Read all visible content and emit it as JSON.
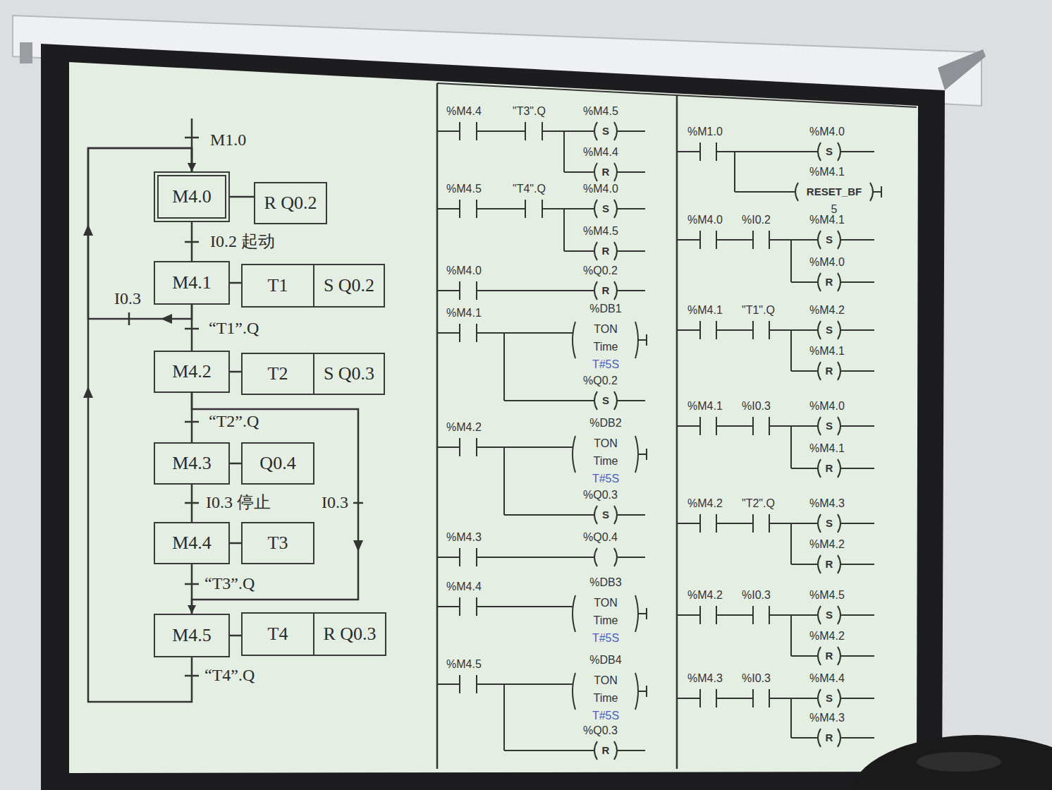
{
  "diagram": {
    "nodes": [
      {
        "text": [
          "M4.0"
        ]
      },
      {
        "text": [
          "R Q0.2"
        ]
      },
      {
        "text": [
          "M4.1"
        ]
      },
      {
        "text": [
          "T1"
        ]
      },
      {
        "text": [
          "S Q0.2"
        ]
      },
      {
        "text": [
          "M4.2"
        ]
      },
      {
        "text": [
          "T2"
        ]
      },
      {
        "text": [
          "S Q0.3"
        ]
      },
      {
        "text": [
          "M4.3"
        ]
      },
      {
        "text": [
          "Q0.4"
        ]
      },
      {
        "text": [
          "M4.4"
        ]
      },
      {
        "text": [
          "T3"
        ]
      },
      {
        "text": [
          "M4.5"
        ]
      },
      {
        "text": [
          "T4"
        ]
      },
      {
        "text": [
          "R Q0.3"
        ]
      }
    ],
    "edges": [
      {
        "from": 0,
        "to": 1,
        "arrow": "none"
      },
      {
        "from": 0,
        "to": 2,
        "arrow": "none",
        "label": "I0.2 起动"
      },
      {
        "from": 2,
        "to": 3,
        "arrow": "none"
      },
      {
        "from": 2,
        "to": 5,
        "arrow": "none",
        "label": "“T1”.Q"
      },
      {
        "from": 2,
        "to": 0,
        "arrow": "to",
        "label": "I0.3"
      },
      {
        "from": 5,
        "to": 6,
        "arrow": "none"
      },
      {
        "from": 5,
        "to": 8,
        "arrow": "none",
        "label": "“T2”.Q"
      },
      {
        "from": 5,
        "to": 12,
        "arrow": "to",
        "label": "I0.3"
      },
      {
        "from": 8,
        "to": 9,
        "arrow": "none"
      },
      {
        "from": 8,
        "to": 10,
        "arrow": "none",
        "label": "I0.3 停止"
      },
      {
        "from": 10,
        "to": 11,
        "arrow": "none"
      },
      {
        "from": 10,
        "to": 12,
        "arrow": "none",
        "label": "“T3”.Q"
      },
      {
        "from": 12,
        "to": 13,
        "arrow": "none"
      },
      {
        "from": 12,
        "to": 0,
        "arrow": "to",
        "label": "“T4”.Q"
      }
    ],
    "labels": [
      "M1.0",
      "%M4.4",
      "\"T3\".Q",
      "%M4.5",
      "S",
      "%M4.4",
      "R",
      "%M4.5",
      "\"T4\".Q",
      "%M4.0",
      "S",
      "%M4.5",
      "R",
      "%M4.0",
      "%Q0.2",
      "R",
      "%M4.1",
      "%DB1",
      "TON",
      "Time",
      "T#5S",
      "%Q0.2",
      "S",
      "%M4.2",
      "%DB2",
      "TON",
      "Time",
      "T#5S",
      "%Q0.3",
      "S",
      "%M4.3",
      "%Q0.4",
      "%M4.4",
      "%DB3",
      "TON",
      "Time",
      "T#5S",
      "%M4.5",
      "%DB4",
      "TON",
      "Time",
      "T#5S",
      "%Q0.3",
      "R",
      "%M1.0",
      "%M4.0",
      "S",
      "%M4.1",
      "RESET_BF",
      "5",
      "%M4.0",
      "%I0.2",
      "%M4.1",
      "S",
      "%M4.0",
      "R",
      "%M4.1",
      "\"T1\".Q",
      "%M4.2",
      "S",
      "%M4.1",
      "R",
      "%M4.1",
      "%I0.3",
      "%M4.0",
      "S",
      "%M4.1",
      "R",
      "%M4.2",
      "\"T2\".Q",
      "%M4.3",
      "S",
      "%M4.2",
      "R",
      "%M4.2",
      "%I0.3",
      "%M4.5",
      "S",
      "%M4.2",
      "R",
      "%M4.3",
      "%I0.3",
      "%M4.4",
      "S",
      "%M4.3",
      "R"
    ]
  }
}
